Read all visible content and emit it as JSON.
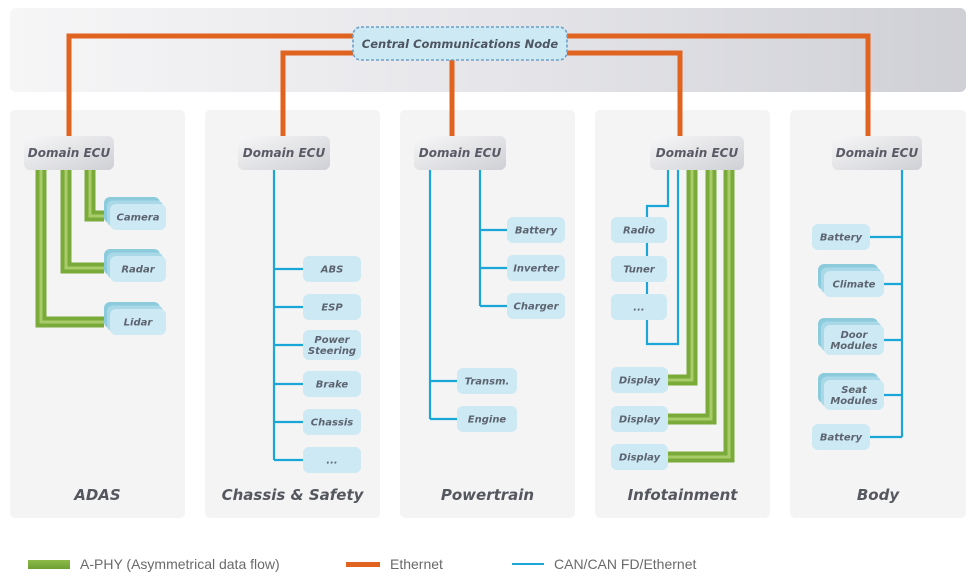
{
  "colors": {
    "ethernet": "#e0631f",
    "aphy": "#7aab3a",
    "aphy_light": "#a9cc6b",
    "can": "#1aa6d6",
    "node_fill": "#cde9f3",
    "node_shadow": "#8ccbdc",
    "panel": "#f4f4f5",
    "ecu_fill": "#e8e8eb"
  },
  "central_node": {
    "label": "Central Communications Node"
  },
  "domains": [
    {
      "id": "adas",
      "title": "ADAS",
      "ecu_label": "Domain ECU",
      "nodes": [
        {
          "label": "Camera",
          "link": "A-PHY",
          "stacked": true
        },
        {
          "label": "Radar",
          "link": "A-PHY",
          "stacked": true
        },
        {
          "label": "Lidar",
          "link": "A-PHY",
          "stacked": true
        }
      ]
    },
    {
      "id": "chassis-safety",
      "title": "Chassis & Safety",
      "ecu_label": "Domain ECU",
      "nodes": [
        {
          "label": "ABS",
          "link": "CAN"
        },
        {
          "label": "ESP",
          "link": "CAN"
        },
        {
          "label": "Power Steering",
          "link": "CAN"
        },
        {
          "label": "Brake",
          "link": "CAN"
        },
        {
          "label": "Chassis",
          "link": "CAN"
        },
        {
          "label": "...",
          "link": "CAN"
        }
      ]
    },
    {
      "id": "powertrain",
      "title": "Powertrain",
      "ecu_label": "Domain ECU",
      "nodes": [
        {
          "label": "Battery",
          "link": "CAN"
        },
        {
          "label": "Inverter",
          "link": "CAN"
        },
        {
          "label": "Charger",
          "link": "CAN"
        },
        {
          "label": "Transm.",
          "link": "CAN"
        },
        {
          "label": "Engine",
          "link": "CAN"
        }
      ]
    },
    {
      "id": "infotainment",
      "title": "Infotainment",
      "ecu_label": "Domain ECU",
      "nodes": [
        {
          "label": "Radio",
          "link": "CAN"
        },
        {
          "label": "Tuner",
          "link": "CAN"
        },
        {
          "label": "...",
          "link": "CAN"
        },
        {
          "label": "Display",
          "link": "A-PHY"
        },
        {
          "label": "Display",
          "link": "A-PHY"
        },
        {
          "label": "Display",
          "link": "A-PHY"
        }
      ]
    },
    {
      "id": "body",
      "title": "Body",
      "ecu_label": "Domain ECU",
      "nodes": [
        {
          "label": "Battery",
          "link": "CAN"
        },
        {
          "label": "Climate",
          "link": "CAN",
          "stacked": true
        },
        {
          "label": "Door Modules",
          "link": "CAN",
          "stacked": true
        },
        {
          "label": "Seat Modules",
          "link": "CAN",
          "stacked": true
        },
        {
          "label": "Battery",
          "link": "CAN"
        }
      ]
    }
  ],
  "legend": [
    {
      "key": "aphy",
      "label": "A-PHY (Asymmetrical data flow)"
    },
    {
      "key": "ethernet",
      "label": "Ethernet"
    },
    {
      "key": "can",
      "label": "CAN/CAN FD/Ethernet"
    }
  ]
}
